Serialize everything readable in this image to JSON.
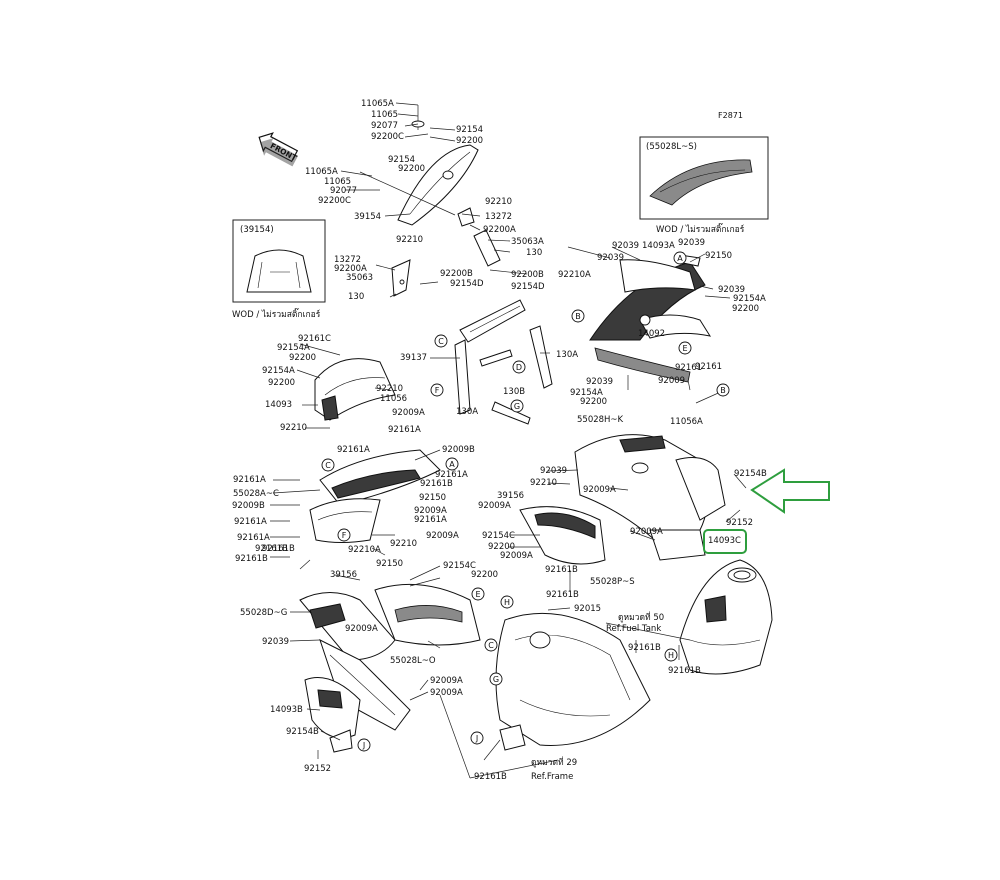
{
  "figure_number": "F2871",
  "front_label": "FRONT",
  "inset_left": {
    "part": "(39154)",
    "caption": "WOD / ไม่รวมสติ๊กเกอร์"
  },
  "inset_right": {
    "part": "(55028L~S)",
    "caption": "WOD / ไม่รวมสติ๊กเกอร์"
  },
  "fuel_tank_ref": {
    "thai": "ดูหมวดที่ 50",
    "ref": "Ref.Fuel Tank"
  },
  "frame_ref": {
    "thai": "ดูหมวดที่ 29",
    "ref": "Ref.Frame"
  },
  "highlight": {
    "part": "14093C",
    "color": "#2e9e3e"
  },
  "callouts": [
    "A",
    "B",
    "C",
    "D",
    "E",
    "F",
    "G",
    "H",
    "J"
  ],
  "labels": {
    "l01": "11065A",
    "l02": "11065",
    "l03": "92077",
    "l04": "92200C",
    "l05": "92154",
    "l06": "92200",
    "l07": "92154",
    "l08": "92200",
    "l09": "11065A",
    "l10": "11065",
    "l11": "92077",
    "l12": "92200C",
    "l13": "92210",
    "l14": "13272",
    "l15": "39154",
    "l16": "92200A",
    "l17": "92210",
    "l18": "35063A",
    "l19": "13272",
    "l20": "92200A",
    "l21": "130",
    "l22": "35063",
    "l23": "92200B",
    "l24": "92200B",
    "l25": "92154D",
    "l26": "92154D",
    "l27": "130",
    "l28": "92039",
    "l29": "14093A",
    "l30": "92039",
    "l31": "92210A",
    "l32": "92039",
    "l33": "92150",
    "l34": "92039",
    "l35": "92154A",
    "l36": "92200",
    "l37": "14092",
    "l38": "92161",
    "l39": "92009",
    "l40": "11056A",
    "l41": "92161C",
    "l42": "92154A",
    "l43": "92200",
    "l44": "92154A",
    "l45": "92200",
    "l46": "92210",
    "l47": "14093",
    "l48": "11056",
    "l49": "92009A",
    "l50": "92210",
    "l51": "92161A",
    "l52": "92161A",
    "l53": "92009B",
    "l54": "92161A",
    "l55": "55028A~C",
    "l56": "92009B",
    "l57": "92161A",
    "l58": "92161A",
    "l59": "92161B",
    "l60": "92161B",
    "l61": "39137",
    "l62": "130A",
    "l63": "130B",
    "l64": "130A",
    "l65": "92039",
    "l66": "92154A",
    "l67": "92200",
    "l68": "55028H~K",
    "l69": "92039",
    "l70": "92210",
    "l71": "92009A",
    "l72": "39156",
    "l73": "92009A",
    "l74": "92154C",
    "l75": "92200",
    "l76": "92009A",
    "l77": "92009A",
    "l78": "55028P~S",
    "l79": "92161B",
    "l80": "92015",
    "l81": "92154B",
    "l82": "92152",
    "l83": "92009A",
    "l84": "92161B",
    "l85": "92161B",
    "l86": "92161B",
    "l87": "92150",
    "l88": "92150",
    "l89": "92161A",
    "l90": "92210A",
    "l91": "92210",
    "l92": "92009A",
    "l93": "92154C",
    "l94": "92200",
    "l95": "39156",
    "l96": "55028D~G",
    "l97": "92009A",
    "l98": "92039",
    "l99": "55028L~O",
    "l100": "92009A",
    "l101": "92009A",
    "l102": "14093B",
    "l103": "92154B",
    "l104": "92152",
    "l105": "92161B",
    "l106": "92161B",
    "l107": "92161"
  }
}
